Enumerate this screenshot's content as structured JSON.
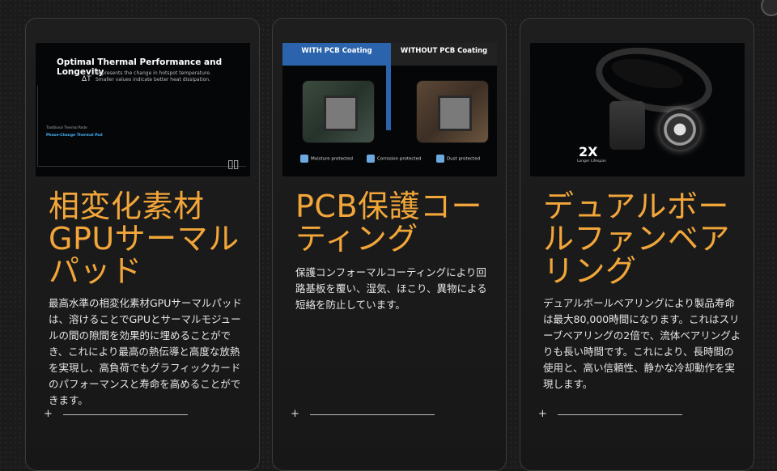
{
  "cards": [
    {
      "thumb": {
        "title": "Optimal Thermal Performance and Longevity",
        "delta": "ΔT",
        "subtitle": "Represents the change in hotspot temperature. Smaller values indicate better heat dissipation.",
        "legend_traditional": "Traditional Thermal Paste",
        "legend_phase": "Phase-Change Thermal Pad"
      },
      "title": "相変化素材GPUサーマルパッド",
      "description": "最高水準の相変化素材GPUサーマルパッドは、溶けることでGPUとサーマルモジュールの間の隙間を効果的に埋めることができ、これにより最高の熱伝導と高度な放熱を実現し、高負荷でもグラフィックカードのパフォーマンスと寿命を高めることができます。"
    },
    {
      "thumb": {
        "with_label": "WITH PCB Coating",
        "without_label": "WITHOUT PCB Coating",
        "labels": [
          "Moisture protected",
          "Corrosion protected",
          "Dust protected"
        ]
      },
      "title": "PCB保護コーティング",
      "description": "保護コンフォーマルコーティングにより回路基板を覆い、湿気、ほこり、異物による短絡を防止しています。"
    },
    {
      "thumb": {
        "badge": "2X",
        "badge_sub": "Longer Lifespan"
      },
      "title": "デュアルボールファンベアリング",
      "description": "デュアルボールベアリングにより製品寿命は最大80,000時間になります。これはスリーブベアリングの2倍で、流体ベアリングよりも長い時間です。これにより、長時間の使用と、高い信頼性、静かな冷却動作を実現します。"
    }
  ],
  "footer_plus": "+",
  "colors": {
    "accent": "#f2a63a",
    "background": "#1b1b1b",
    "blue": "#2b64ad"
  }
}
